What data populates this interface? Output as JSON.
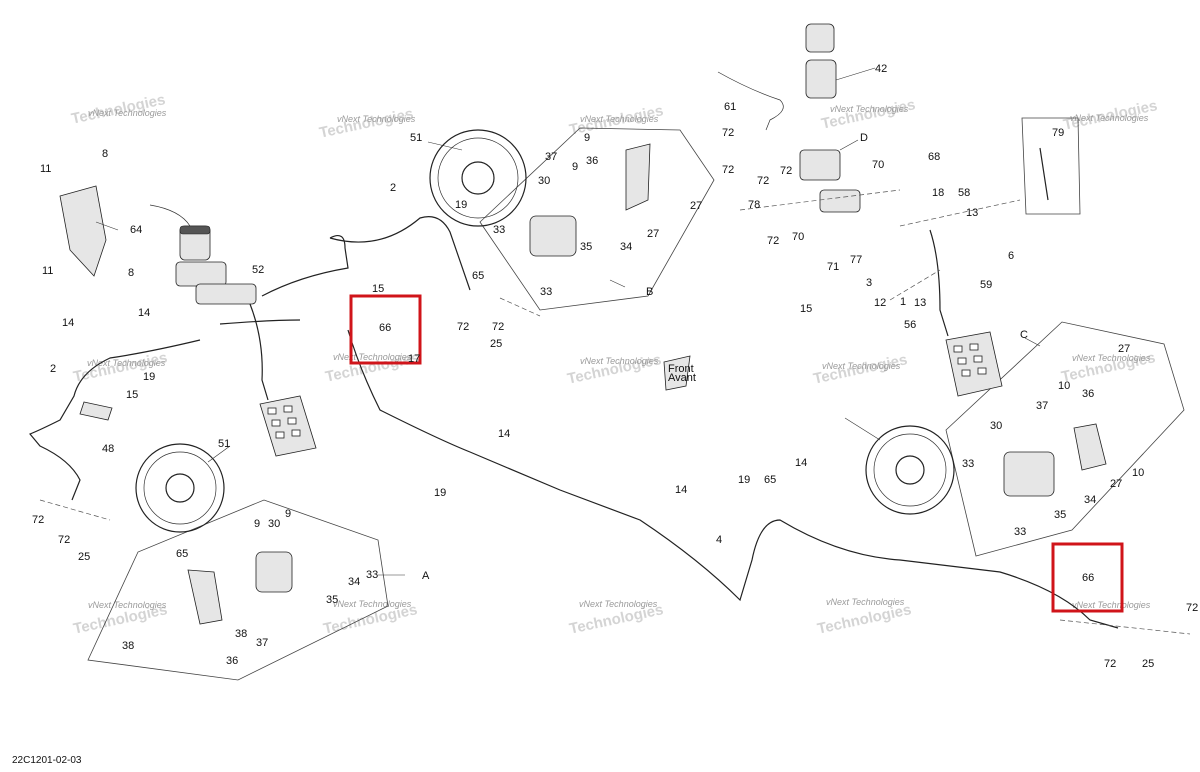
{
  "reference_code": "22C1201-02-03",
  "watermark": {
    "line1": "vNext Technologies",
    "line2": "Technologies"
  },
  "front_arrow": {
    "line1": "Front",
    "line2": "Avant"
  },
  "group_letters": {
    "a": "A",
    "b": "B",
    "c": "C",
    "d": "D"
  },
  "callouts": {
    "c_8a": "8",
    "c_11a": "11",
    "c_64": "64",
    "c_11b": "11",
    "c_8b": "8",
    "c_14a": "14",
    "c_14b": "14",
    "c_2a": "2",
    "c_19a": "19",
    "c_15a": "15",
    "c_48": "48",
    "c_72a": "72",
    "c_72b": "72",
    "c_25a": "25",
    "c_52": "52",
    "c_2b": "2",
    "c_19b": "19",
    "c_65a": "65",
    "c_15b": "15",
    "c_66a": "66",
    "c_17": "17",
    "c_51a": "51",
    "c_51b": "51",
    "c_72c": "72",
    "c_72d": "72",
    "c_25b": "25",
    "c_9a": "9",
    "c_37a": "37",
    "c_9b": "9",
    "c_36a": "36",
    "c_30a": "30",
    "c_27a": "27",
    "c_33a": "33",
    "c_35a": "35",
    "c_34a": "34",
    "c_27b": "27",
    "c_33b": "33",
    "c_65b": "65",
    "c_9c": "9",
    "c_30b": "30",
    "c_9d": "9",
    "c_34b": "34",
    "c_33c": "33",
    "c_38a": "38",
    "c_35b": "35",
    "c_38b": "38",
    "c_37b": "37",
    "c_36b": "36",
    "c_14c": "14",
    "c_19c": "19",
    "c_14d": "14",
    "c_4": "4",
    "c_19d": "19",
    "c_65c": "65",
    "c_14e": "14",
    "c_66b": "66",
    "c_61": "61",
    "c_72e": "72",
    "c_72f": "72",
    "c_42": "42",
    "c_72g": "72",
    "c_70a": "70",
    "c_72h": "72",
    "c_78": "78",
    "c_72i": "72",
    "c_70b": "70",
    "c_71": "71",
    "c_77": "77",
    "c_68": "68",
    "c_18": "18",
    "c_58": "58",
    "c_13a": "13",
    "c_79": "79",
    "c_6": "6",
    "c_3": "3",
    "c_12": "12",
    "c_1": "1",
    "c_13b": "13",
    "c_59": "59",
    "c_15c": "15",
    "c_56": "56",
    "c_27c": "27",
    "c_10a": "10",
    "c_36c": "36",
    "c_37c": "37",
    "c_30c": "30",
    "c_33d": "33",
    "c_10b": "10",
    "c_27d": "27",
    "c_34c": "34",
    "c_35c": "35",
    "c_33e": "33",
    "c_72j": "72",
    "c_72k": "72",
    "c_25c": "25"
  }
}
